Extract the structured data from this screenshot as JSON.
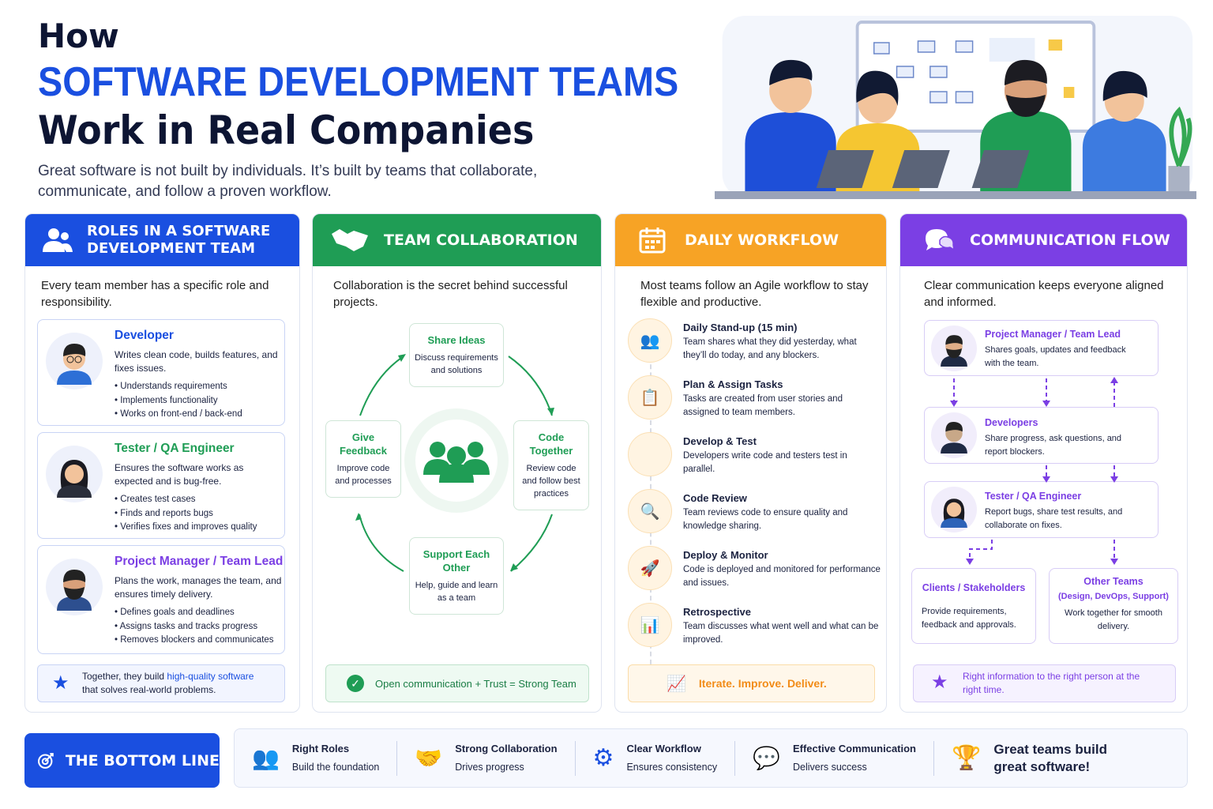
{
  "header": {
    "how": "How",
    "title": "SOFTWARE DEVELOPMENT TEAMS",
    "subtitle": "Work in Real Companies",
    "description": "Great software is not built by individuals. It’s built by teams that collaborate, communicate, and follow a proven workflow."
  },
  "colors": {
    "blue": "#1a4fe0",
    "green": "#1f9d55",
    "orange": "#f7a325",
    "purple": "#7b3fe4",
    "navy": "#0d1533"
  },
  "roles": {
    "title": "ROLES IN A SOFTWARE DEVELOPMENT TEAM",
    "intro": "Every team member has a specific role and responsibility.",
    "items": [
      {
        "name": "Developer",
        "desc": "Writes clean code, builds features, and fixes issues.",
        "bullets": [
          "Understands requirements",
          "Implements functionality",
          "Works on front-end / back-end"
        ],
        "color": "#1a4fe0"
      },
      {
        "name": "Tester / QA Engineer",
        "desc": "Ensures the software works as expected and is bug-free.",
        "bullets": [
          "Creates test cases",
          "Finds and reports bugs",
          "Verifies fixes and improves quality"
        ],
        "color": "#1f9d55"
      },
      {
        "name": "Project Manager / Team Lead",
        "desc": "Plans the work, manages the team, and ensures timely delivery.",
        "bullets": [
          "Defines goals and deadlines",
          "Assigns tasks and tracks progress",
          "Removes blockers and communicates"
        ],
        "color": "#7b3fe4"
      }
    ],
    "note_a": "Together, they build ",
    "note_b": "high-quality software",
    "note_c": "that solves real-world problems."
  },
  "collab": {
    "title": "TEAM COLLABORATION",
    "intro": "Collaboration is the secret behind successful projects.",
    "items": [
      {
        "title": "Share Ideas",
        "desc": "Discuss requirements and solutions"
      },
      {
        "title": "Code Together",
        "desc": "Review code and follow best practices"
      },
      {
        "title": "Support Each Other",
        "desc": "Help, guide and learn as a team"
      },
      {
        "title": "Give Feedback",
        "desc": "Improve code and processes"
      }
    ],
    "footer": "Open communication + Trust = Strong Team"
  },
  "workflow": {
    "title": "DAILY WORKFLOW",
    "intro": "Most teams follow an Agile workflow to stay flexible and productive.",
    "steps": [
      {
        "title": "Daily Stand-up (15 min)",
        "desc": "Team shares what they did yesterday, what they’ll do today, and any blockers.",
        "icon": "team-icon"
      },
      {
        "title": "Plan & Assign Tasks",
        "desc": "Tasks are created from user stories and assigned to team members.",
        "icon": "clipboard-icon"
      },
      {
        "title": "Develop & Test",
        "desc": "Developers write code and testers test in parallel.",
        "icon": "code-icon"
      },
      {
        "title": "Code Review",
        "desc": "Team reviews code to ensure quality and knowledge sharing.",
        "icon": "magnifier-icon"
      },
      {
        "title": "Deploy & Monitor",
        "desc": "Code is deployed and monitored for performance and issues.",
        "icon": "rocket-icon"
      },
      {
        "title": "Retrospective",
        "desc": "Team discusses what went well and what can be improved.",
        "icon": "chart-icon"
      }
    ],
    "footer": "Iterate. Improve. Deliver."
  },
  "comm": {
    "title": "COMMUNICATION FLOW",
    "intro": "Clear communication keeps everyone aligned and informed.",
    "nodes": [
      {
        "title": "Project Manager / Team Lead",
        "desc": "Shares goals, updates and feedback with the team."
      },
      {
        "title": "Developers",
        "desc": "Share progress, ask questions, and report blockers."
      },
      {
        "title": "Tester / QA Engineer",
        "desc": "Report bugs, share test results, and collaborate on fixes."
      },
      {
        "title": "Clients / Stakeholders",
        "desc": "Provide requirements, feedback and approvals."
      },
      {
        "title": "Other Teams",
        "sub": "(Design, DevOps, Support)",
        "desc": "Work together for smooth delivery."
      }
    ],
    "footer": "Right information to the right person at the right time."
  },
  "bottom": {
    "label": "THE BOTTOM LINE",
    "items": [
      {
        "title": "Right Roles",
        "desc": "Build the foundation"
      },
      {
        "title": "Strong Collaboration",
        "desc": "Drives progress"
      },
      {
        "title": "Clear Workflow",
        "desc": "Ensures consistency"
      },
      {
        "title": "Effective Communication",
        "desc": "Delivers success"
      }
    ],
    "final": "Great teams build great software!"
  }
}
